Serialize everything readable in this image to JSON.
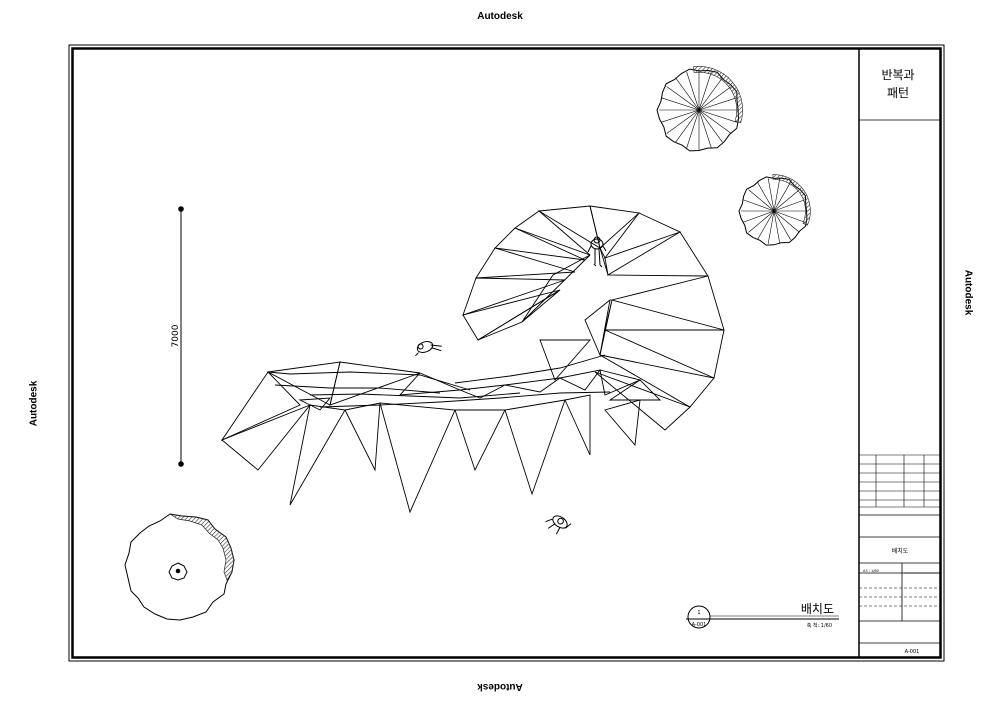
{
  "watermark": {
    "text": "Autodesk"
  },
  "title_block": {
    "project_title_line1": "반복과",
    "project_title_line2": "패턴",
    "sheet_name": "배치도",
    "scale_small": "A3 : 1/60",
    "sheet_number": "A-001"
  },
  "drawing": {
    "title": "배치도",
    "scale_text": "축 척: 1/60",
    "callout_top": "1",
    "callout_bottom": "A-001",
    "dimension_text": "7000"
  },
  "colors": {
    "line": "#000000",
    "paper": "#ffffff",
    "hatch": "#444444"
  }
}
